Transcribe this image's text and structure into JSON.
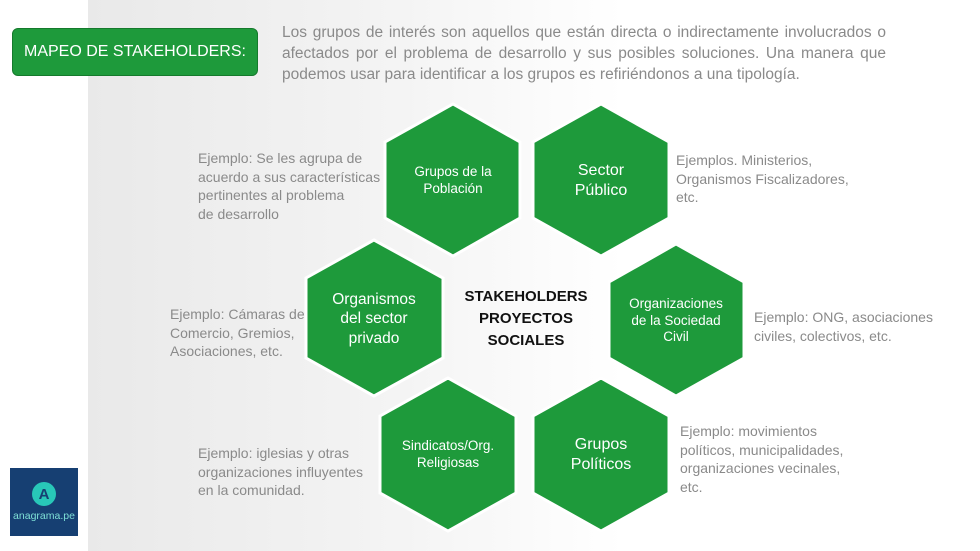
{
  "title": "MAPEO DE STAKEHOLDERS:",
  "intro": "Los grupos de interés son aquellos que están directa o indirectamente involucrados o afectados por el problema de desarrollo y sus posibles soluciones. Una manera que podemos usar para identificar  a los grupos es refiriéndonos a una  tipología.",
  "center": [
    "STAKEHOLDERS",
    "PROYECTOS",
    "SOCIALES"
  ],
  "colors": {
    "hex": "#1e9a3b",
    "hex_border": "#ffffff",
    "note_text": "#8a8a8a"
  },
  "hexagons": [
    {
      "id": "poblacion",
      "lines": [
        "Grupos de la",
        "Población"
      ]
    },
    {
      "id": "publico",
      "lines": [
        "Sector",
        "Público"
      ]
    },
    {
      "id": "privado",
      "lines": [
        "Organismos",
        "del sector",
        "privado"
      ]
    },
    {
      "id": "sociedad-civil",
      "lines": [
        "Organizaciones",
        "de la Sociedad",
        "Civil"
      ]
    },
    {
      "id": "sindicatos",
      "lines": [
        "Sindicatos/Org.",
        "Religiosas"
      ]
    },
    {
      "id": "politicos",
      "lines": [
        "Grupos",
        "Políticos"
      ]
    }
  ],
  "notes": {
    "poblacion": [
      "Ejemplo: Se les agrupa de",
      "acuerdo a sus características",
      "pertinentes al problema",
      "de desarrollo"
    ],
    "publico": [
      "Ejemplos. Ministerios,",
      "Organismos Fiscalizadores,",
      "etc."
    ],
    "privado": [
      "Ejemplo: Cámaras de",
      "Comercio, Gremios,",
      "Asociaciones, etc."
    ],
    "sociedad_civil": [
      "Ejemplo: ONG, asociaciones",
      "civiles, colectivos, etc."
    ],
    "sindicatos": [
      "Ejemplo: iglesias y otras",
      "organizaciones influyentes",
      "en la comunidad."
    ],
    "politicos": [
      "Ejemplo: movimientos",
      "políticos, municipalidades,",
      "organizaciones vecinales,",
      "etc."
    ]
  },
  "logo": {
    "letter": "A",
    "text": "anagrama.pe",
    "icon": "anagrama-logo-icon"
  }
}
